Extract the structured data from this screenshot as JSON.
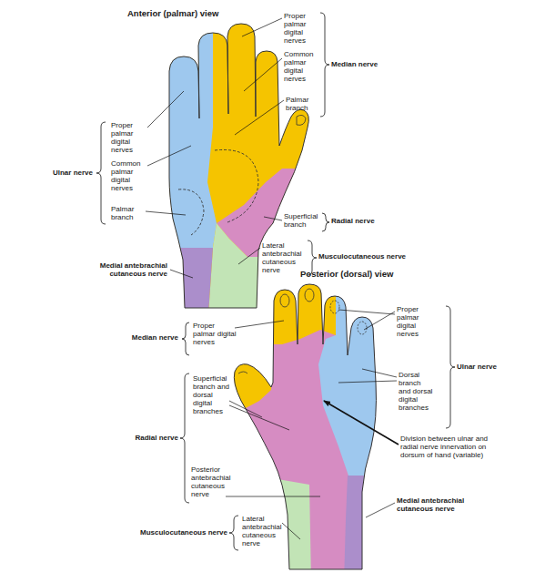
{
  "diagram": {
    "labels": [
      "Anterior (palmar) view",
      "Proper palmar digital nerves",
      "Common palmar digital nerves",
      "Palmar branch",
      "Median nerve",
      "Proper palmar digital nerves",
      "Common palmar digital nerves",
      "Palmar branch",
      "Ulnar nerve",
      "Superficial branch",
      "Radial nerve",
      "Lateral antebrachial cutaneous nerve",
      "Musculocutaneous nerve",
      "Medial antebrachial cutaneous nerve",
      "Posterior (dorsal) view",
      "Median nerve",
      "Proper palmar digital nerves",
      "Superficial branch and dorsal digital branches",
      "Radial nerve",
      "Posterior antebrachial cutaneous nerve",
      "Lateral antebrachial cutaneous nerve",
      "Musculocutaneous nerve",
      "Proper palmar digital nerves",
      "Ulnar nerve",
      "Dorsal branch and dorsal digital branches",
      "Division between ulnar and radial nerve innervation on dorsum of hand (variable)",
      "Medial antebrachial cutaneous nerve"
    ]
  }
}
